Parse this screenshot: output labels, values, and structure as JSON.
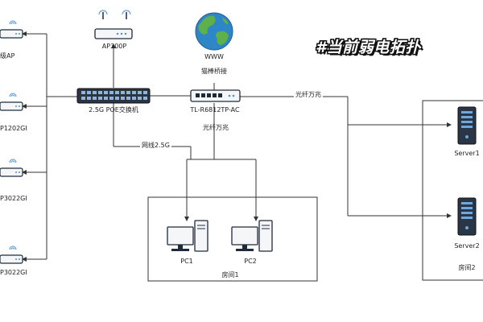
{
  "title": "#当前弱电拓扑",
  "nodes": {
    "internet": "WWW",
    "bridge": "猫棒桥接",
    "router": "TL-R6812TP-AC",
    "switch": "2.5G POE交换机",
    "ap_top": "AP300P",
    "ap1": "级AP",
    "ap2": "P1202GI",
    "ap3": "P3022GI",
    "ap4": "P3022GI",
    "pc1": "PC1",
    "pc2": "PC2",
    "server1": "Server1",
    "server2": "Server2"
  },
  "rooms": {
    "room1": "房间1",
    "room2": "房间2"
  },
  "links": {
    "router_to_servers": "光纤万兆",
    "router_down": "光纤万兆",
    "switch_to_pcs": "网线2.5G"
  },
  "colors": {
    "line": "#333333",
    "device_dark": "#1e2a3a",
    "port_blue": "#4a90d9",
    "globe_ocean": "#2f86c6",
    "globe_land": "#5db04a"
  }
}
